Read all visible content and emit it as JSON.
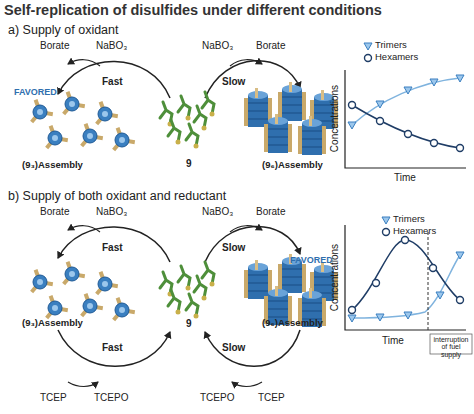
{
  "diagram": {
    "title": "Self-replication of disulfides under different conditions",
    "labels": [
      "a) Supply of oxidant",
      "Borate",
      "NaBO₃",
      "NaBO₃",
      "Borate",
      "Fast",
      "Slow",
      "FAVORED",
      "(9₃)Assembly",
      "9",
      "(9₆)Assembly",
      "Concentrations",
      "Time",
      "b) Supply of both oxidant and reductant",
      "Borate",
      "NaBO₃",
      "NaBO₃",
      "Borate",
      "Fast",
      "Slow",
      "FAVORED",
      "(9₃)Assembly",
      "9",
      "(9₆)Assembly",
      "Fast",
      "Slow",
      "TCEP",
      "TCEPO",
      "TCEPO",
      "TCEP",
      "Concentrations",
      "Time",
      "interruption of fuel supply"
    ],
    "legend": [
      {
        "text": "Trimers"
      },
      {
        "text": "Hexamers"
      },
      {
        "text": "Trimers"
      },
      {
        "text": "Hexamers"
      }
    ]
  }
}
